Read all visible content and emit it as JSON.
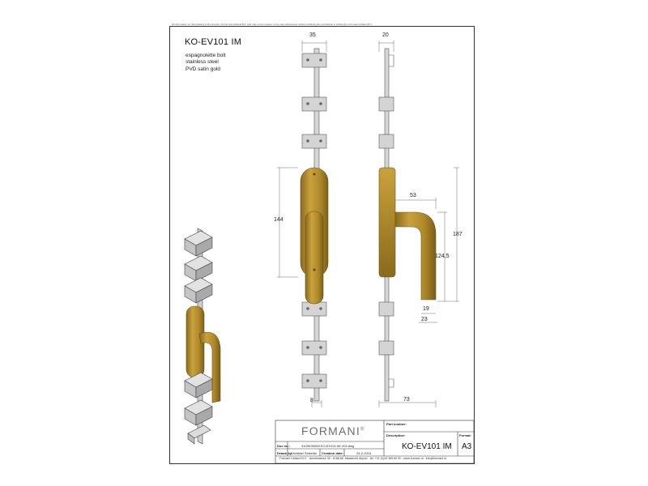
{
  "disclaimer": "All information on this drawing is the property of Formani Holland B.V. and may not be copied, in any way whatsoever without obtaining the permission in writing from Formani Holland B.V.",
  "drawing": {
    "title": "KO-EV101 IM",
    "description": [
      "espagnolette bolt",
      "stainless steel",
      "PVD satin gold"
    ]
  },
  "dimensions": {
    "front_width": "35",
    "side_width": "20",
    "plate_height": "144",
    "handle_projection": "53",
    "total_height": "187",
    "handle_height": "124,5",
    "grip_diameter": "19",
    "grip_outer": "23",
    "bolt_width": "8",
    "overall_depth": "73"
  },
  "colors": {
    "gold": "#b08a2a",
    "steel": "#d0d0d0",
    "frame": "#333333"
  },
  "title_block": {
    "brand": "FORMANI",
    "registered": "®",
    "part_number_label": "Part number:",
    "format_label": "Format:",
    "description_label": "Description:",
    "description_value": "KO-EV101 IM",
    "format_value": "A3",
    "doc_no_label": "Doc no.:",
    "doc_no_value": "3103K002IM KO-EV101 IM V02.dwg",
    "drawn_by_label": "Drawn by:",
    "drawn_by_value": "Christian Sinkeldo",
    "creation_date_label": "Creation date:",
    "creation_date_value": "24-2-2014",
    "footer": "Formani Holland B.V.  ·  Amerikaanse 35  ·  8166 AE Maastricht Airport  ·  tel. +31 (0)43 365 60 00  ·  www.formani.nl  ·  info@formani.nl"
  }
}
